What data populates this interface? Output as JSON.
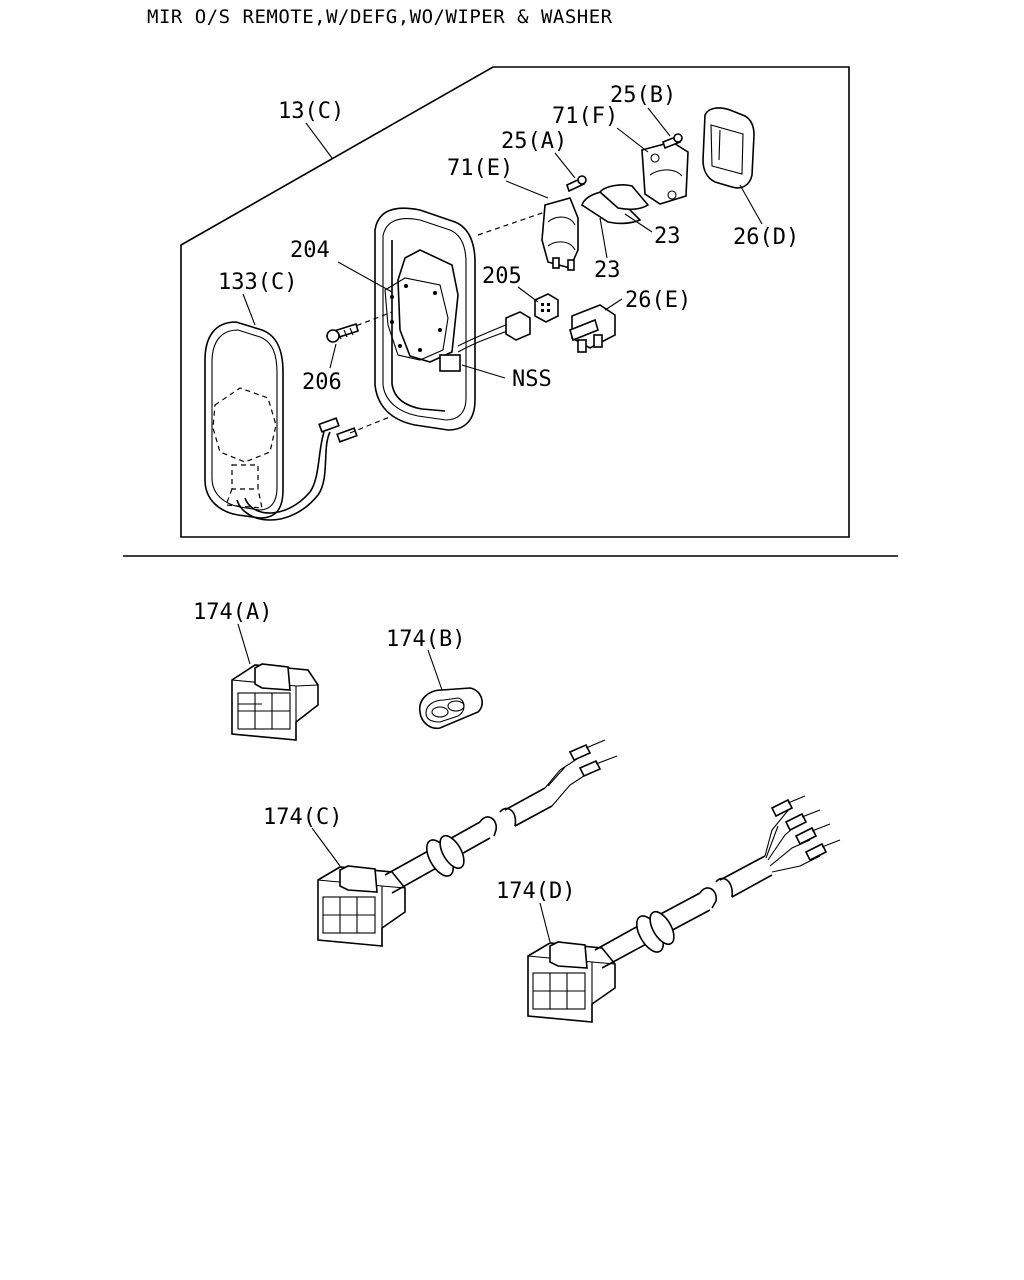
{
  "title": "MIR O/S REMOTE,W/DEFG,WO/WIPER & WASHER",
  "callouts": {
    "c13C": "13(C)",
    "c133C": "133(C)",
    "c204": "204",
    "c206": "206",
    "c205": "205",
    "cNSS": "NSS",
    "c71E": "71(E)",
    "c25A": "25(A)",
    "c71F": "71(F)",
    "c25B": "25(B)",
    "c23a": "23",
    "c23b": "23",
    "c26D": "26(D)",
    "c26E": "26(E)",
    "c174A": "174(A)",
    "c174B": "174(B)",
    "c174C": "174(C)",
    "c174D": "174(D)"
  }
}
